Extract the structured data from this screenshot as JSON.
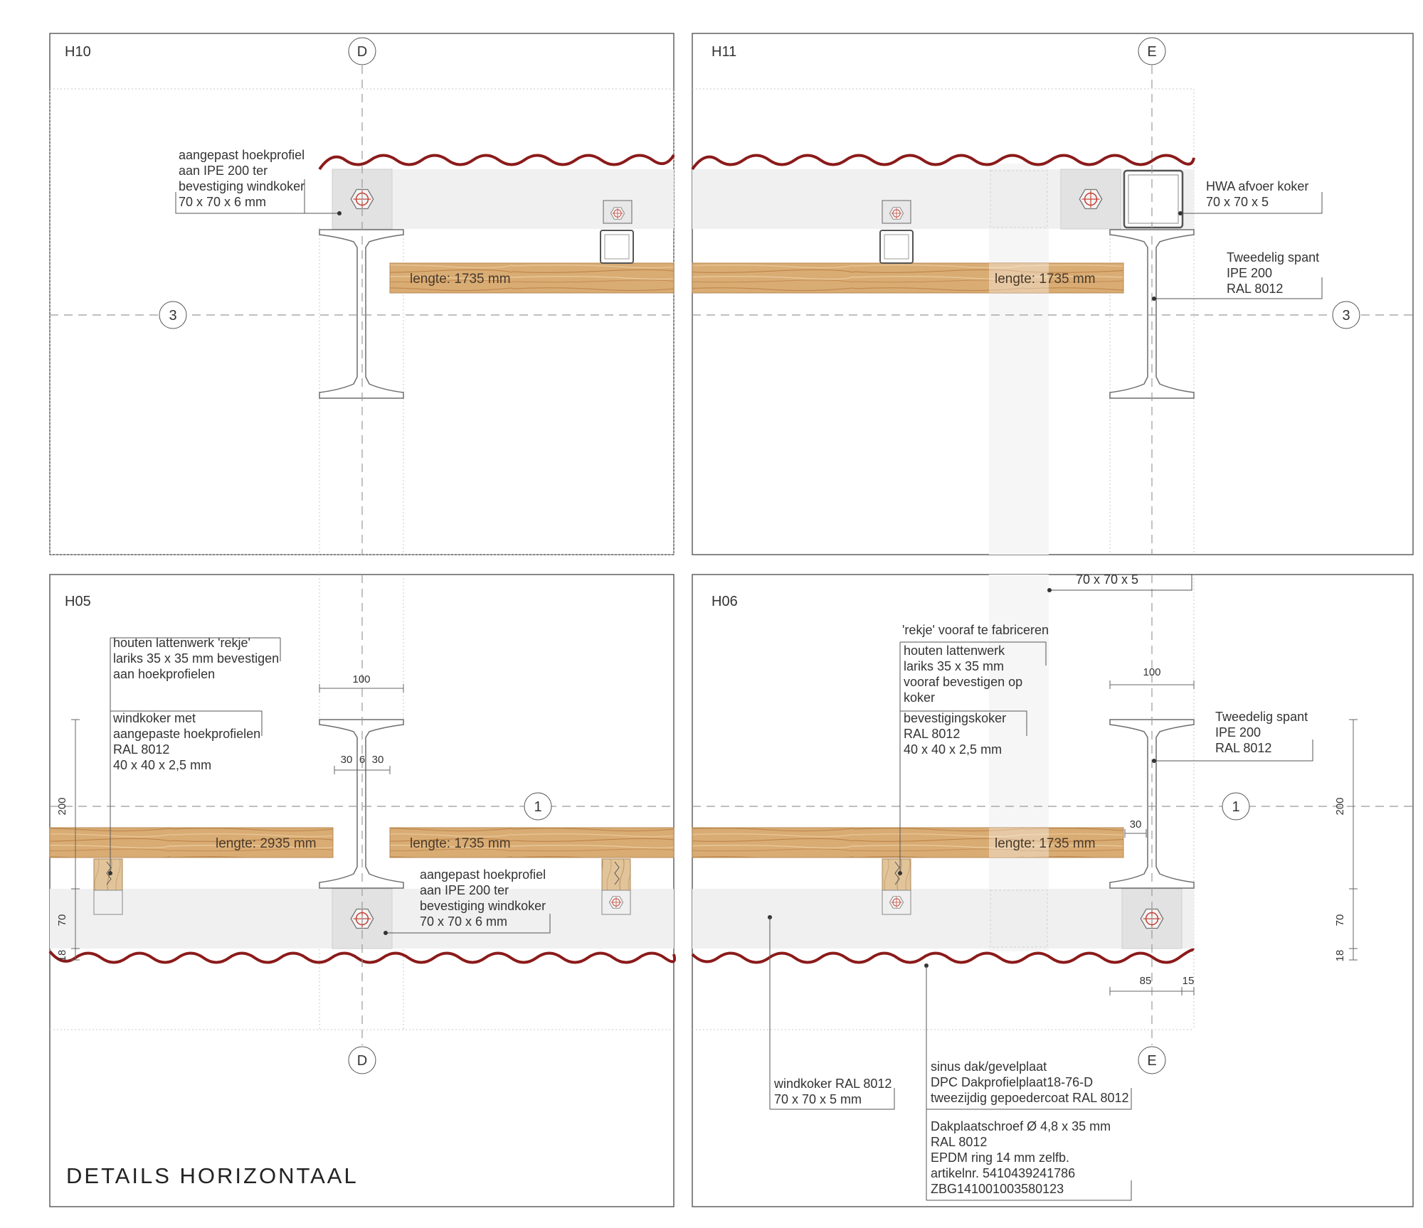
{
  "title": "DETAILS HORIZONTAAL",
  "colors": {
    "roof_sheet": "#8b1a1a",
    "timber": "#deb887",
    "steel_band": "#eeeeee",
    "bolt": "#c0392b"
  },
  "panels": {
    "h10": {
      "tag": "H10",
      "grid_top": "D",
      "grid_side": "3",
      "board_label": "lengte: 1735 mm",
      "callout_1": [
        "aangepast hoekprofiel",
        "aan IPE 200 ter",
        "bevestiging windkoker",
        "70 x 70 x 6 mm"
      ]
    },
    "h11": {
      "tag": "H11",
      "grid_top": "E",
      "grid_side": "3",
      "board_label": "lengte: 1735 mm",
      "callout_hwa": [
        "HWA afvoer koker",
        "70 x 70 x 5"
      ],
      "callout_spant": [
        "Tweedelig spant",
        "IPE 200",
        "RAL 8012"
      ]
    },
    "h05": {
      "tag": "H05",
      "grid_side": "1",
      "grid_bottom": "D",
      "board_left_label": "lengte: 2935 mm",
      "board_right_label": "lengte: 1735 mm",
      "callout_rekje": [
        "houten lattenwerk 'rekje'",
        "lariks 35 x 35 mm bevestigen",
        "aan hoekprofielen"
      ],
      "callout_windkoker": [
        "windkoker met",
        "aangepaste hoekprofielen",
        "RAL 8012",
        "40 x 40 x 2,5 mm"
      ],
      "callout_hoekprofiel": [
        "aangepast hoekprofiel",
        "aan IPE 200 ter",
        "bevestiging windkoker",
        "70 x 70 x 6 mm"
      ],
      "dims": {
        "flange_width": "100",
        "left_outstand": "30",
        "web": "6",
        "right_outstand": "30",
        "height_200": "200",
        "height_70": "70",
        "height_18": "18"
      }
    },
    "h06": {
      "tag": "H06",
      "grid_side": "1",
      "grid_bottom": "E",
      "board_label": "lengte: 1735 mm",
      "top_cut_text": "70 x 70 x 5",
      "callout_rekje_title": "'rekje' vooraf te fabriceren",
      "callout_lattenwerk": [
        "houten lattenwerk",
        "lariks 35 x 35 mm",
        "vooraf bevestigen op",
        "koker"
      ],
      "callout_bevestigingskoker": [
        "bevestigingskoker",
        "RAL 8012",
        "40 x 40 x 2,5 mm"
      ],
      "callout_spant": [
        "Tweedelig spant",
        "IPE 200",
        "RAL 8012"
      ],
      "callout_windkoker": [
        "windkoker RAL 8012",
        "70 x 70 x 5 mm"
      ],
      "callout_sinus": [
        "sinus dak/gevelplaat",
        "DPC Dakprofielplaat18-76-D",
        "tweezijdig gepoedercoat RAL 8012"
      ],
      "callout_schroef": [
        "Dakplaatschroef Ø 4,8 x 35 mm",
        "RAL 8012",
        "EPDM ring 14 mm zelfb.",
        "artikelnr. 5410439241786",
        "ZBG141001003580123"
      ],
      "dims": {
        "flange_width": "100",
        "web_gap": "30",
        "height_200": "200",
        "height_70": "70",
        "height_18": "18",
        "d85": "85",
        "d15": "15"
      }
    }
  }
}
